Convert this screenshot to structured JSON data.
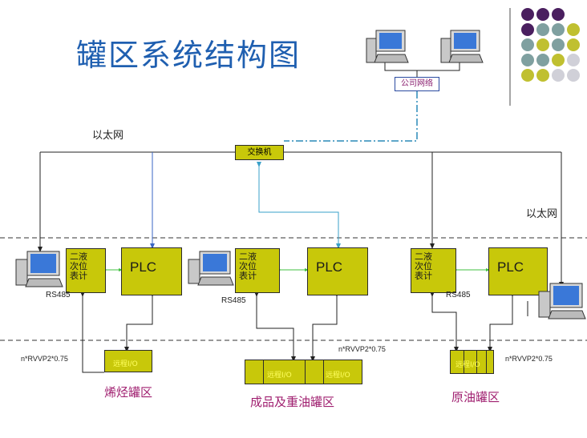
{
  "title": "罐区系统结构图",
  "company_network": "公司网络",
  "switch": "交换机",
  "ethernet_left": "以太网",
  "ethernet_right": "以太网",
  "plc_label": "PLC",
  "meter_chars": [
    "二液",
    "次位",
    "表计"
  ],
  "rs485": "RS485",
  "remote_io": "远程I/O",
  "cable_spec": "n*RVVP2*0.75",
  "zones": {
    "left": "烯烃罐区",
    "middle": "成品及重油罐区",
    "right": "原油罐区"
  },
  "colors": {
    "title": "#1f5fb0",
    "device_fill": "#c8c80a",
    "zone_text": "#a02070",
    "remote_io_text": "#ffff60",
    "dot_purple": "#4a1f5f",
    "dot_teal": "#7fa0a0",
    "dot_olive": "#c0c030",
    "dot_grey": "#d0d0d8"
  },
  "icons": [
    "computer-icon"
  ]
}
